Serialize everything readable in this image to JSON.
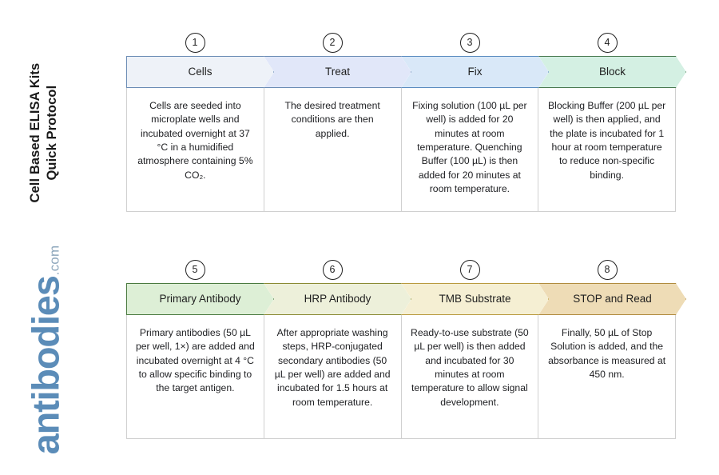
{
  "document": {
    "title": "Cell Based ELISA Kits\nQuick Protocol"
  },
  "brand": {
    "name": "antibodies",
    "tld": ".com",
    "color": "#5b8cb8"
  },
  "rows": [
    {
      "id": "row-1",
      "steps": [
        {
          "number": "1",
          "label": "Cells",
          "fill": "#eef2f8",
          "stroke": "#6b8cb5",
          "description": "Cells are seeded into microplate wells and incubated overnight at 37 °C in a humidified atmosphere containing 5% CO₂."
        },
        {
          "number": "2",
          "label": "Treat",
          "fill": "#e1e7f9",
          "stroke": "#6b8cb5",
          "description": "The desired treatment conditions are then applied."
        },
        {
          "number": "3",
          "label": "Fix",
          "fill": "#d9e8f8",
          "stroke": "#5b8cc0",
          "description": "Fixing solution (100 µL per well) is added for 20 minutes at room temperature. Quenching Buffer (100 µL) is then added for 20 minutes at room temperature."
        },
        {
          "number": "4",
          "label": "Block",
          "fill": "#d4f0e3",
          "stroke": "#4a7a52",
          "description": "Blocking Buffer (200 µL per well) is then applied, and the plate is incubated for 1 hour at room temperature to reduce non-specific binding."
        }
      ]
    },
    {
      "id": "row-2",
      "steps": [
        {
          "number": "5",
          "label": "Primary Antibody",
          "fill": "#ddefd6",
          "stroke": "#4a7a3f",
          "description": "Primary antibodies (50 µL per well, 1×) are added and incubated overnight at 4 °C to allow specific binding to the target antigen."
        },
        {
          "number": "6",
          "label": "HRP Antibody",
          "fill": "#edf0da",
          "stroke": "#8a8a33",
          "description": "After appropriate washing steps, HRP-conjugated secondary antibodies (50 µL per well) are added and incubated for 1.5 hours at room temperature."
        },
        {
          "number": "7",
          "label": "TMB Substrate",
          "fill": "#f5efd3",
          "stroke": "#b99a3e",
          "description": "Ready-to-use substrate (50 µL per well) is then added and incubated for 30 minutes at room temperature to allow signal development."
        },
        {
          "number": "8",
          "label": "STOP and Read",
          "fill": "#eedcb6",
          "stroke": "#b08b3e",
          "description": "Finally, 50 µL of Stop Solution is added, and the absorbance is measured at 450 nm."
        }
      ]
    }
  ]
}
